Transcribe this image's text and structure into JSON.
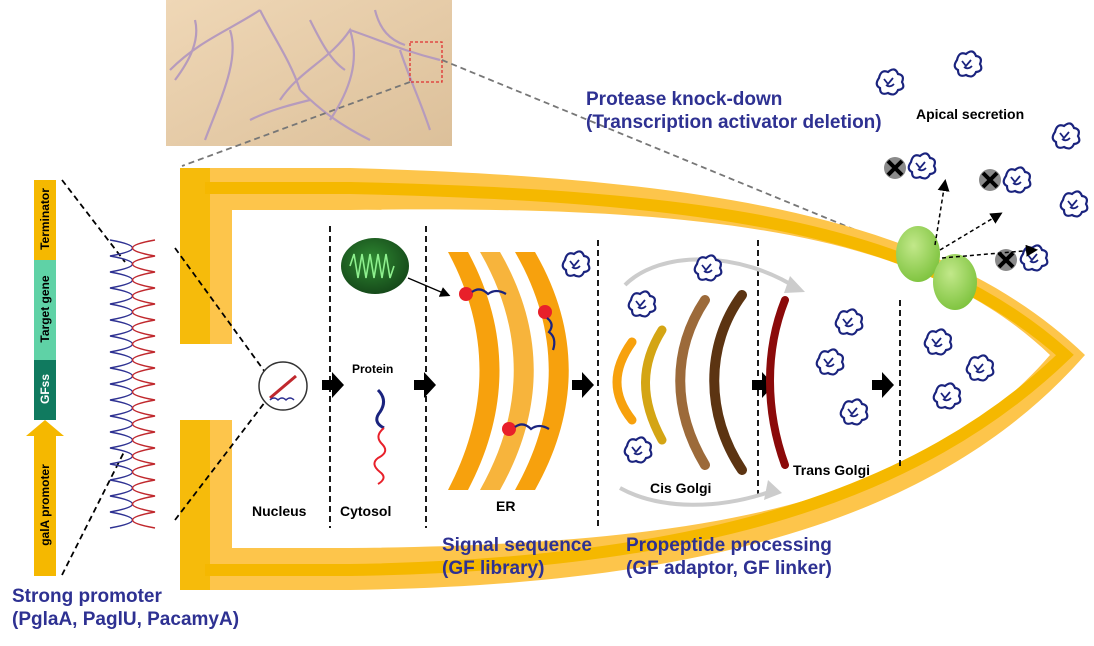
{
  "callouts": {
    "protease_line1": "Protease knock-down",
    "protease_line2": "(Transcription activator deletion)",
    "apical": "Apical secretion",
    "promoter_line1": "Strong promoter",
    "promoter_line2": "(PglaA, PaglU, PacamyA)",
    "signal_line1": "Signal sequence",
    "signal_line2": "(GF library)",
    "propeptide_line1": "Propeptide processing",
    "propeptide_line2": "(GF adaptor, GF linker)"
  },
  "compartments": {
    "nucleus": "Nucleus",
    "cytosol": "Cytosol",
    "protein": "Protein",
    "er": "ER",
    "cis_golgi": "Cis Golgi",
    "trans_golgi": "Trans Golgi"
  },
  "cassette": [
    {
      "label": "Terminator",
      "color": "#f5b800"
    },
    {
      "label": "Target gene",
      "color": "#5fd2a6"
    },
    {
      "label": "GFss",
      "color": "#107a5f"
    },
    {
      "label": "galA promoter",
      "color": "#f5b800"
    }
  ],
  "colors": {
    "heading_blue": "#2e3192",
    "cell_wall": "#fdc54b",
    "cell_wall_inner": "#f5b800",
    "er": "#f7a10d",
    "transporter": "#8fcf4a",
    "signal_dot": "#e8202a"
  }
}
